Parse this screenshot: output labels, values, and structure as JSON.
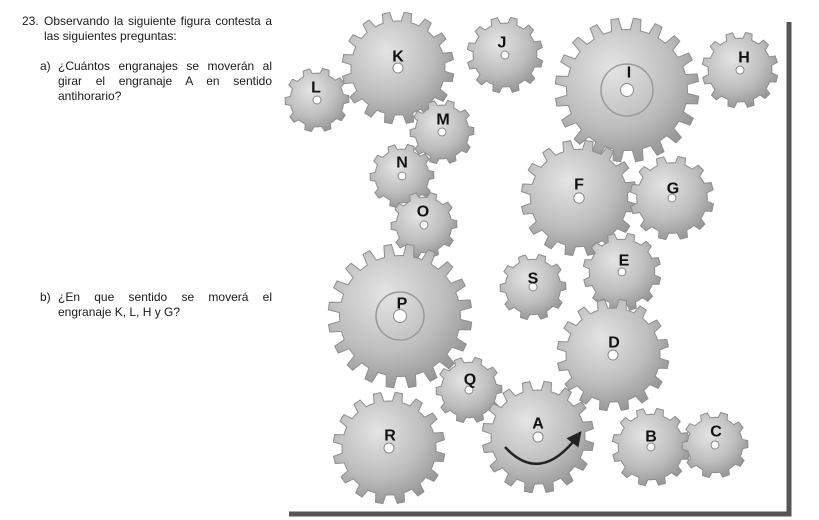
{
  "question": {
    "number": "23.",
    "prompt": "Observando la siguiente figura contesta a las siguientes preguntas:",
    "items": [
      {
        "letter": "a)",
        "text": "¿Cuántos engranajes se moverán al girar el engranaje A en sentido antihorario?"
      },
      {
        "letter": "b)",
        "text": "¿En que sentido se moverá el engranaje K, L, H y G?"
      }
    ]
  },
  "gears": [
    {
      "id": "K",
      "label": "K"
    },
    {
      "id": "J",
      "label": "J"
    },
    {
      "id": "I",
      "label": "I"
    },
    {
      "id": "H",
      "label": "H"
    },
    {
      "id": "L",
      "label": "L"
    },
    {
      "id": "M",
      "label": "M"
    },
    {
      "id": "N",
      "label": "N"
    },
    {
      "id": "O",
      "label": "O"
    },
    {
      "id": "F",
      "label": "F"
    },
    {
      "id": "G",
      "label": "G"
    },
    {
      "id": "E",
      "label": "E"
    },
    {
      "id": "S",
      "label": "S"
    },
    {
      "id": "P",
      "label": "P"
    },
    {
      "id": "D",
      "label": "D"
    },
    {
      "id": "Q",
      "label": "Q"
    },
    {
      "id": "A",
      "label": "A"
    },
    {
      "id": "R",
      "label": "R"
    },
    {
      "id": "B",
      "label": "B"
    },
    {
      "id": "C",
      "label": "C"
    }
  ],
  "colors": {
    "gear_light": "#dcdcdc",
    "gear_dark": "#8e8e8e",
    "frame": "#555555"
  }
}
